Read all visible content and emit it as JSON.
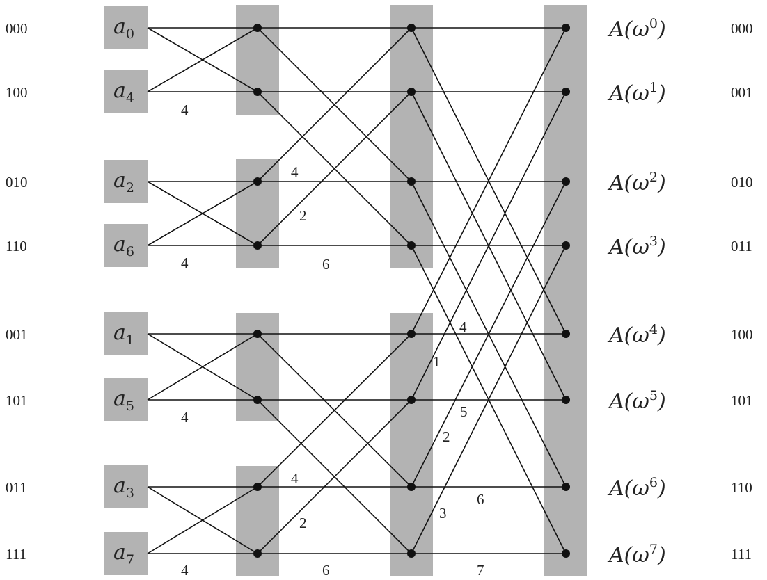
{
  "input_bits": [
    "000",
    "100",
    "010",
    "110",
    "001",
    "101",
    "011",
    "111"
  ],
  "inputs": [
    {
      "base": "a",
      "sub": "0"
    },
    {
      "base": "a",
      "sub": "4"
    },
    {
      "base": "a",
      "sub": "2"
    },
    {
      "base": "a",
      "sub": "6"
    },
    {
      "base": "a",
      "sub": "1"
    },
    {
      "base": "a",
      "sub": "5"
    },
    {
      "base": "a",
      "sub": "3"
    },
    {
      "base": "a",
      "sub": "7"
    }
  ],
  "outputs": [
    {
      "prefix": "A(ω",
      "exp": "0",
      "suffix": ")"
    },
    {
      "prefix": "A(ω",
      "exp": "1",
      "suffix": ")"
    },
    {
      "prefix": "A(ω",
      "exp": "2",
      "suffix": ")"
    },
    {
      "prefix": "A(ω",
      "exp": "3",
      "suffix": ")"
    },
    {
      "prefix": "A(ω",
      "exp": "4",
      "suffix": ")"
    },
    {
      "prefix": "A(ω",
      "exp": "5",
      "suffix": ")"
    },
    {
      "prefix": "A(ω",
      "exp": "6",
      "suffix": ")"
    },
    {
      "prefix": "A(ω",
      "exp": "7",
      "suffix": ")"
    }
  ],
  "output_bits": [
    "000",
    "001",
    "010",
    "011",
    "100",
    "101",
    "110",
    "111"
  ],
  "weights": [
    "4",
    "4",
    "2",
    "4",
    "6",
    "4",
    "1",
    "5",
    "4",
    "2",
    "4",
    "6",
    "3",
    "2",
    "4",
    "6",
    "7"
  ],
  "colors": {
    "box": "#b3b3b3",
    "line": "#111111"
  }
}
